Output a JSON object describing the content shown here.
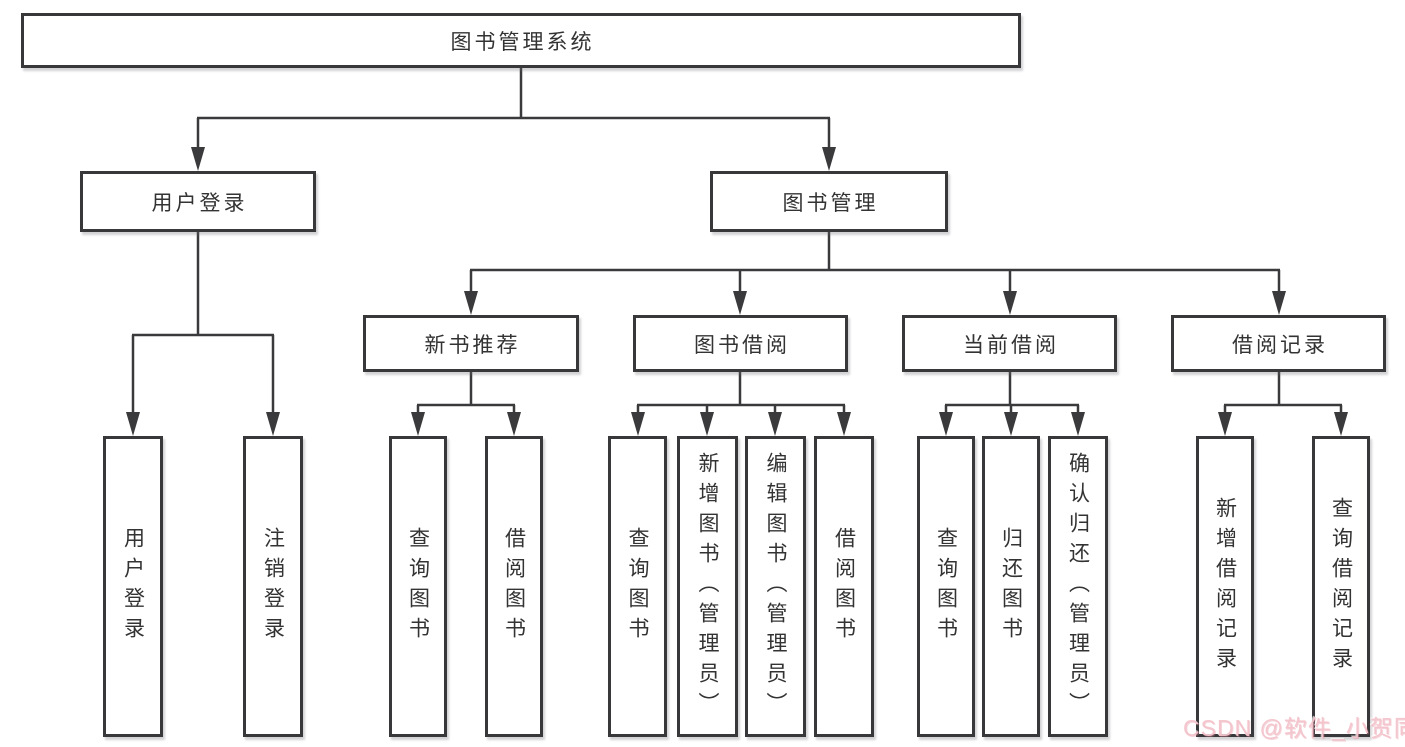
{
  "diagram": {
    "root": {
      "label": "图书管理系统"
    },
    "children": [
      {
        "label": "用户登录",
        "children": [
          {
            "label": "用户登录"
          },
          {
            "label": "注销登录"
          }
        ]
      },
      {
        "label": "图书管理",
        "children": [
          {
            "label": "新书推荐",
            "children": [
              {
                "label": "查询图书"
              },
              {
                "label": "借阅图书"
              }
            ]
          },
          {
            "label": "图书借阅",
            "children": [
              {
                "label": "查询图书"
              },
              {
                "label": "新增图书（管理员）"
              },
              {
                "label": "编辑图书（管理员）"
              },
              {
                "label": "借阅图书"
              }
            ]
          },
          {
            "label": "当前借阅",
            "children": [
              {
                "label": "查询图书"
              },
              {
                "label": "归还图书"
              },
              {
                "label": "确认归还（管理员）"
              }
            ]
          },
          {
            "label": "借阅记录",
            "children": [
              {
                "label": "新增借阅记录"
              },
              {
                "label": "查询借阅记录"
              }
            ]
          }
        ]
      }
    ]
  },
  "watermark": {
    "text": "CSDN @软件_小贺同学"
  },
  "colors": {
    "line": "#3a3a3c",
    "box_border": "#38383a",
    "text": "#333333",
    "watermark": "#f3c3cb",
    "background": "#ffffff"
  }
}
